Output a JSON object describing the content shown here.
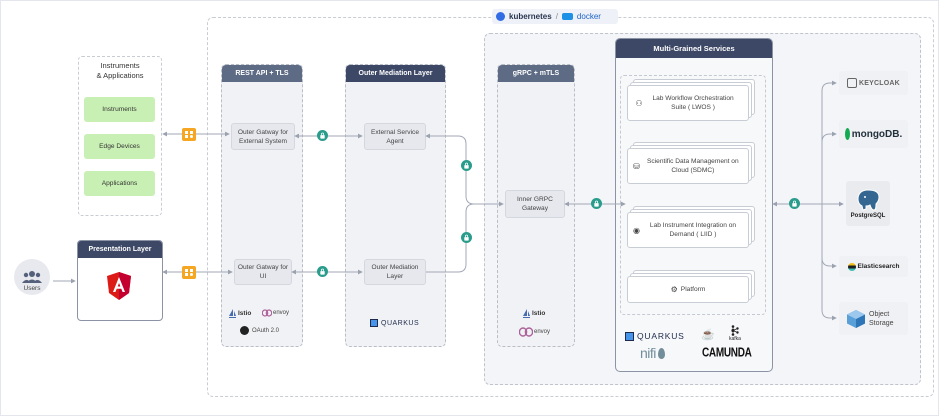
{
  "top_tags": {
    "kubernetes": "kubernetes",
    "separator": "/",
    "docker": "docker"
  },
  "instruments": {
    "title": "Instruments\n& Applications",
    "items": [
      "Instruments",
      "Edge Devices",
      "Applications"
    ]
  },
  "presentation": {
    "title": "Presentation Layer"
  },
  "users": {
    "label": "Users"
  },
  "rest_api": {
    "title": "REST API + TLS",
    "boxes": [
      "Outer Gatway for External System",
      "Outer Gatway for UI"
    ],
    "logos": {
      "istio": "Istio",
      "envoy": "envoy",
      "oauth": "OAuth 2.0"
    }
  },
  "outer_mediation": {
    "title": "Outer Mediation Layer",
    "boxes": [
      "External Service Agent",
      "Outer Mediation Layer"
    ],
    "logo": "QUARKUS"
  },
  "grpc": {
    "title": "gRPC + mTLS",
    "box": "Inner GRPC Gateway",
    "logos": {
      "istio": "Istio",
      "envoy": "envoy"
    }
  },
  "services": {
    "title": "Multi-Grained Services",
    "items": [
      "Lab Workflow Orchestration Suite ( LWOS )",
      "Scientific Data Management on Cloud  (SDMC)",
      "Lab Instrument Integration on Demand ( LIID )",
      "Platform"
    ],
    "logos": {
      "quarkus": "QUARKUS",
      "kafka": "kafka",
      "nifi": "nifi",
      "camunda": "CAMUNDA"
    }
  },
  "external": {
    "keycloak": "KEYCLOAK",
    "mongodb": "mongoDB.",
    "postgres": "PostgreSQL",
    "elastic": "Elasticsearch",
    "object_storage": "Object Storage"
  },
  "colors": {
    "header": "#5d6b84",
    "header_dark": "#3d4866",
    "lock": "#2a9c8c",
    "green": "#c9f0b4",
    "angular": "#dd1b16"
  }
}
